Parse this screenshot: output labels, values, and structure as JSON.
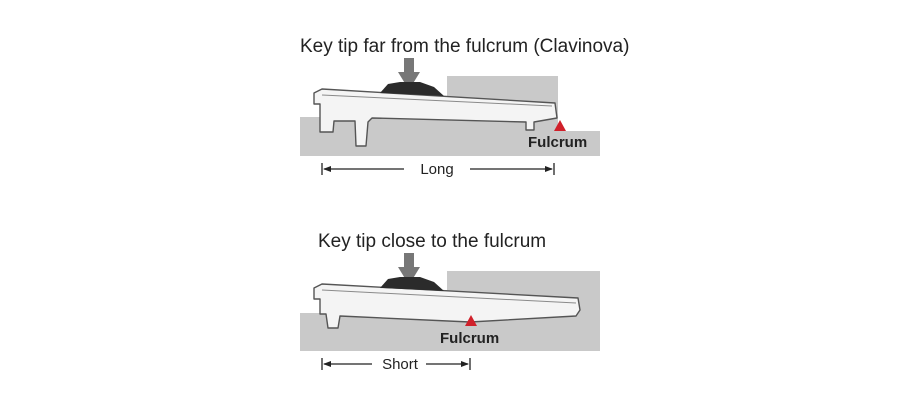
{
  "top_panel": {
    "title": "Key tip far from the fulcrum (Clavinova)",
    "fulcrum_label": "Fulcrum",
    "dimension_label": "Long"
  },
  "bottom_panel": {
    "title": "Key tip close to the fulcrum",
    "fulcrum_label": "Fulcrum",
    "dimension_label": "Short"
  },
  "colors": {
    "background": "#ffffff",
    "base_block": "#c9c9c9",
    "key_fill": "#f4f4f4",
    "key_outline": "#555555",
    "black_key": "#2b2b2b",
    "press_arrow": "#777777",
    "fulcrum_marker": "#d0202a",
    "text": "#222222"
  }
}
